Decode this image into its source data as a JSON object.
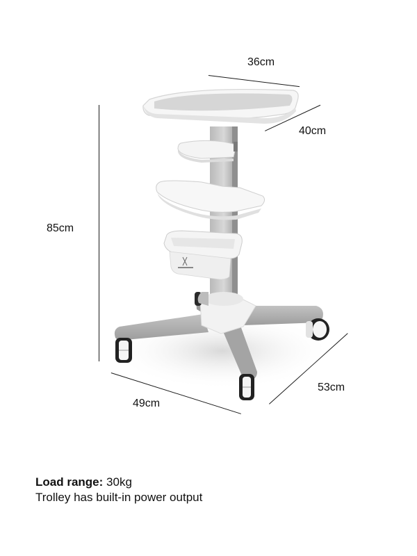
{
  "product": {
    "name": "Medical trolley",
    "brand_mark": "logo on basket"
  },
  "dimensions": {
    "tray_width": "36cm",
    "tray_depth": "40cm",
    "height": "85cm",
    "base_width": "49cm",
    "base_depth": "53cm"
  },
  "specs": {
    "load_label": "Load range:",
    "load_value": "30kg",
    "feature": "Trolley has built-in power output"
  },
  "colors": {
    "background": "#ffffff",
    "body_grey": "#a9a9a9",
    "white_parts": "#f4f4f4",
    "line": "#1a1a1a",
    "wheel": "#222222"
  }
}
